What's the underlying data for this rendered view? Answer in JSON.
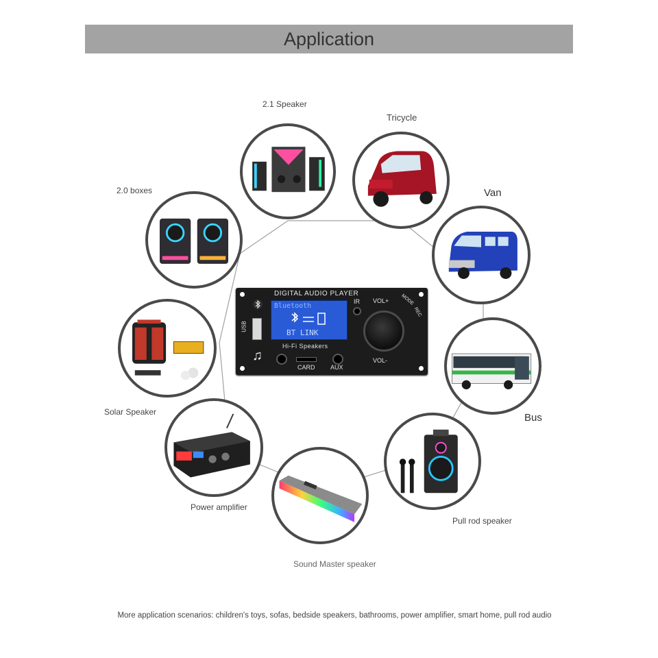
{
  "header": {
    "title": "Application"
  },
  "player": {
    "title": "DIGITAL AUDIO PLAYER",
    "lcd_line1": "Bluetooth",
    "lcd_line3": "BT LINK",
    "subtitle": "Hi-Fi Speakers",
    "ir": "IR",
    "vol_up": "VOL+",
    "vol_down": "VOL-",
    "mode": "MODE",
    "rec": "REC",
    "card": "CARD",
    "aux": "AUX",
    "usb": "USB"
  },
  "applications": [
    {
      "label": "2.1 Speaker"
    },
    {
      "label": "Tricycle"
    },
    {
      "label": "Van"
    },
    {
      "label": "Bus"
    },
    {
      "label": "Pull rod speaker"
    },
    {
      "label": "Sound Master speaker"
    },
    {
      "label": "Power amplifier"
    },
    {
      "label": "Solar Speaker"
    },
    {
      "label": "2.0 boxes"
    }
  ],
  "footer": {
    "text": "More application scenarios: children's toys, sofas, bedside speakers, bathrooms, power amplifier, smart home, pull rod audio"
  },
  "colors": {
    "banner": "#a3a3a3",
    "ring_line": "#9a9a9a",
    "circle_border": "#4a4a4a",
    "lcd": "#2a5bd7"
  }
}
